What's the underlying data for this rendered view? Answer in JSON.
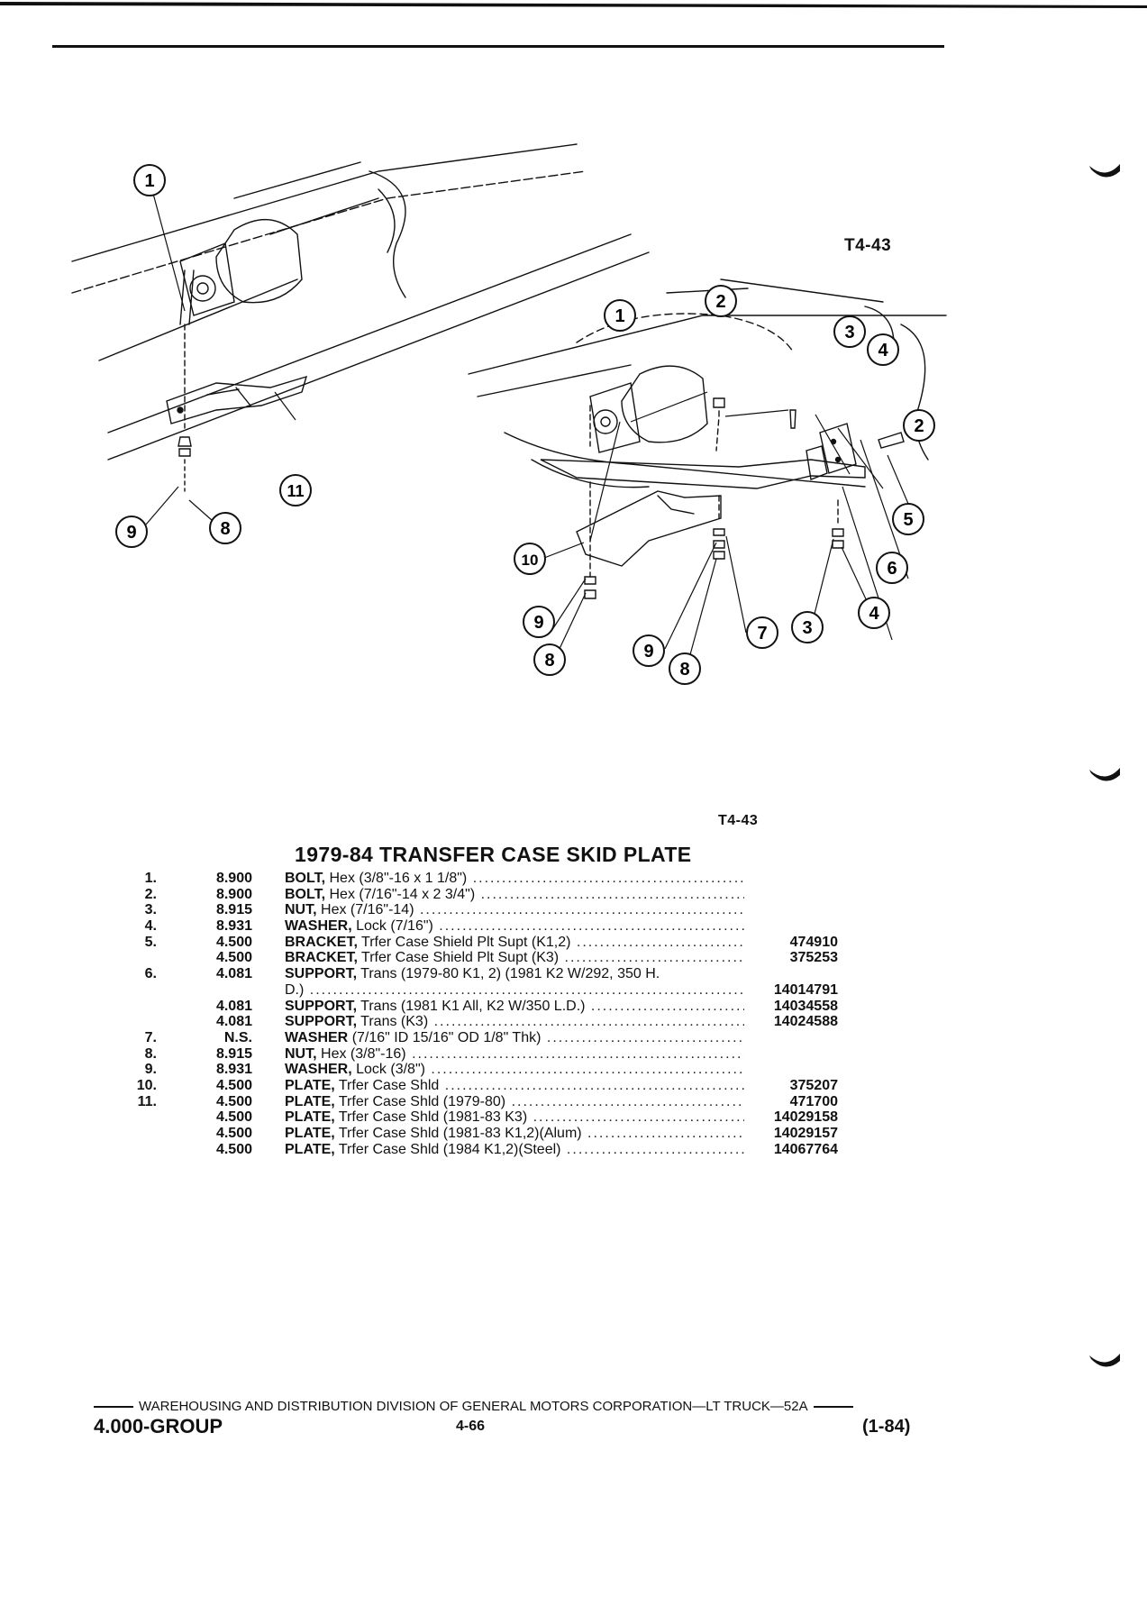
{
  "figure": {
    "label_top": "T4-43",
    "label_bottom": "T4-43"
  },
  "callouts_left": [
    "1",
    "11",
    "9",
    "8"
  ],
  "callouts_right": [
    "1",
    "2",
    "3",
    "4",
    "2",
    "5",
    "6",
    "10",
    "9",
    "8",
    "9",
    "8",
    "7",
    "3",
    "4"
  ],
  "parts": {
    "title": "1979-84 TRANSFER CASE SKID PLATE",
    "rows": [
      {
        "item": "1.",
        "group": "8.900",
        "name": "BOLT,",
        "desc": "Hex (3/8\"-16 x 1 1/8\")",
        "part": ""
      },
      {
        "item": "2.",
        "group": "8.900",
        "name": "BOLT,",
        "desc": "Hex (7/16\"-14 x 2 3/4\")",
        "part": ""
      },
      {
        "item": "3.",
        "group": "8.915",
        "name": "NUT,",
        "desc": "Hex (7/16\"-14)",
        "part": ""
      },
      {
        "item": "4.",
        "group": "8.931",
        "name": "WASHER,",
        "desc": "Lock (7/16\")",
        "part": ""
      },
      {
        "item": "5.",
        "group": "4.500",
        "name": "BRACKET,",
        "desc": "Trfer Case Shield Plt Supt (K1,2)",
        "part": "474910"
      },
      {
        "item": "",
        "group": "4.500",
        "name": "BRACKET,",
        "desc": "Trfer Case Shield Plt Supt (K3)",
        "part": "375253"
      },
      {
        "item": "6.",
        "group": "4.081",
        "name": "SUPPORT,",
        "desc": "Trans (1979-80 K1, 2) (1981 K2 W/292, 350 H.",
        "part": "",
        "nodots": true
      },
      {
        "item": "",
        "group": "",
        "name": "",
        "desc": "D.)",
        "part": "14014791"
      },
      {
        "item": "",
        "group": "4.081",
        "name": "SUPPORT,",
        "desc": "Trans (1981 K1 All, K2 W/350 L.D.)",
        "part": "14034558"
      },
      {
        "item": "",
        "group": "4.081",
        "name": "SUPPORT,",
        "desc": "Trans (K3)",
        "part": "14024588"
      },
      {
        "item": "7.",
        "group": "N.S.",
        "name": "WASHER",
        "desc": "(7/16\" ID 15/16\" OD 1/8\" Thk)",
        "part": ""
      },
      {
        "item": "8.",
        "group": "8.915",
        "name": "NUT,",
        "desc": "Hex (3/8\"-16)",
        "part": ""
      },
      {
        "item": "9.",
        "group": "8.931",
        "name": "WASHER,",
        "desc": "Lock (3/8\")",
        "part": ""
      },
      {
        "item": "10.",
        "group": "4.500",
        "name": "PLATE,",
        "desc": "Trfer Case Shld",
        "part": "375207"
      },
      {
        "item": "11.",
        "group": "4.500",
        "name": "PLATE,",
        "desc": "Trfer Case Shld (1979-80)",
        "part": "471700"
      },
      {
        "item": "",
        "group": "4.500",
        "name": "PLATE,",
        "desc": "Trfer Case Shld (1981-83 K3)",
        "part": "14029158"
      },
      {
        "item": "",
        "group": "4.500",
        "name": "PLATE,",
        "desc": "Trfer Case Shld (1981-83 K1,2)(Alum)",
        "part": "14029157"
      },
      {
        "item": "",
        "group": "4.500",
        "name": "PLATE,",
        "desc": "Trfer Case Shld (1984 K1,2)(Steel)",
        "part": "14067764"
      }
    ]
  },
  "footer": {
    "line": "WAREHOUSING AND DISTRIBUTION DIVISION OF GENERAL MOTORS CORPORATION—LT TRUCK—52A",
    "group": "4.000-GROUP",
    "page": "4-66",
    "date": "(1-84)"
  },
  "colors": {
    "ink": "#111111",
    "paper": "#ffffff"
  }
}
